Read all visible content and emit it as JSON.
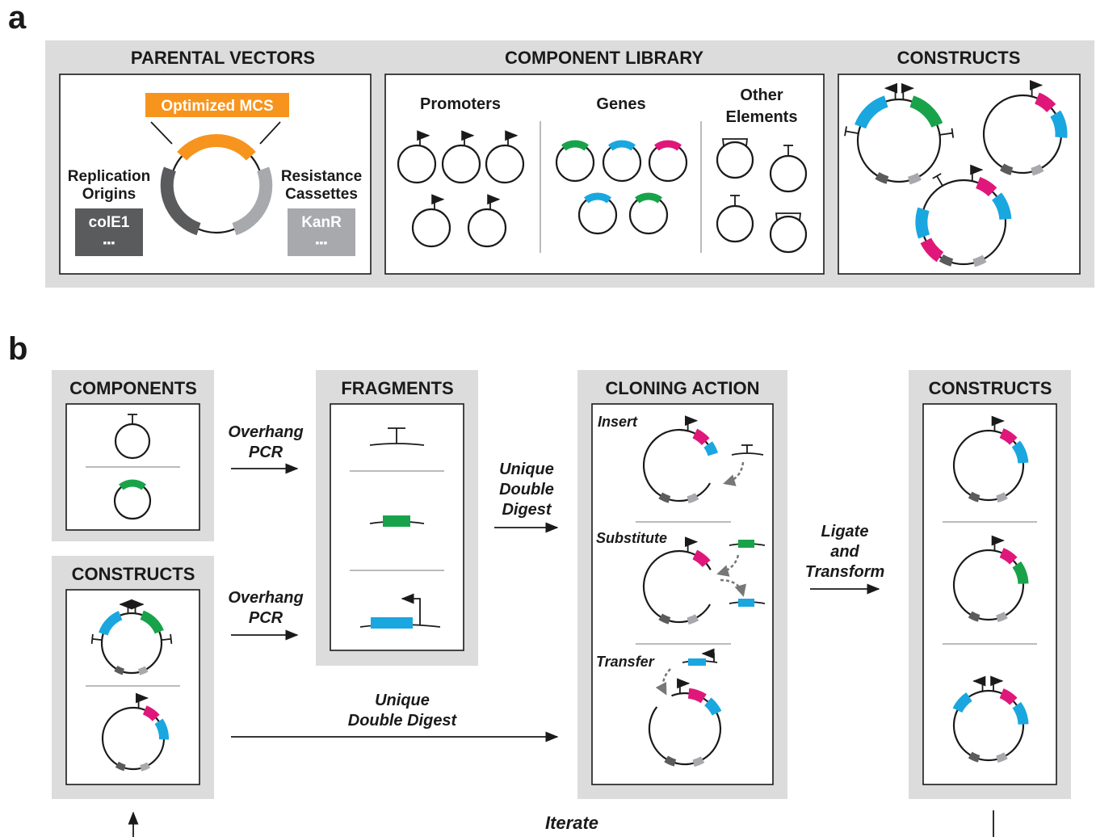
{
  "colors": {
    "panel_bg": "#dcdcdd",
    "gene_blue": "#1aa7e0",
    "gene_green": "#18a34a",
    "gene_pink": "#e0177a",
    "mcs_orange": "#f7941d",
    "origin_dark": "#5a5b5d",
    "cassette_gray": "#a7a9ac"
  },
  "panel_a": {
    "letter": "a",
    "parental_vectors": {
      "title": "PARENTAL VECTORS",
      "mcs_label": "Optimized MCS",
      "origins_label_line1": "Replication",
      "origins_label_line2": "Origins",
      "origin_chip": "colE1",
      "origin_more": "▪▪▪",
      "cassettes_label_line1": "Resistance",
      "cassettes_label_line2": "Cassettes",
      "cassette_chip": "KanR",
      "cassette_more": "▪▪▪"
    },
    "component_library": {
      "title": "COMPONENT LIBRARY",
      "promoters": "Promoters",
      "genes": "Genes",
      "other_line1": "Other",
      "other_line2": "Elements"
    },
    "constructs": {
      "title": "CONSTRUCTS"
    }
  },
  "panel_b": {
    "letter": "b",
    "components_title": "COMPONENTS",
    "constructs_left_title": "CONSTRUCTS",
    "fragments_title": "FRAGMENTS",
    "cloning_title": "CLONING ACTION",
    "constructs_right_title": "CONSTRUCTS",
    "arrow_pcr1_line1": "Overhang",
    "arrow_pcr1_line2": "PCR",
    "arrow_pcr2_line1": "Overhang",
    "arrow_pcr2_line2": "PCR",
    "arrow_digest_line1": "Unique",
    "arrow_digest_line2": "Double",
    "arrow_digest_line3": "Digest",
    "arrow_long_line1": "Unique",
    "arrow_long_line2": "Double Digest",
    "arrow_ligate_line1": "Ligate",
    "arrow_ligate_line2": "and",
    "arrow_ligate_line3": "Transform",
    "actions": [
      "Insert",
      "Substitute",
      "Transfer"
    ],
    "iterate": "Iterate"
  }
}
